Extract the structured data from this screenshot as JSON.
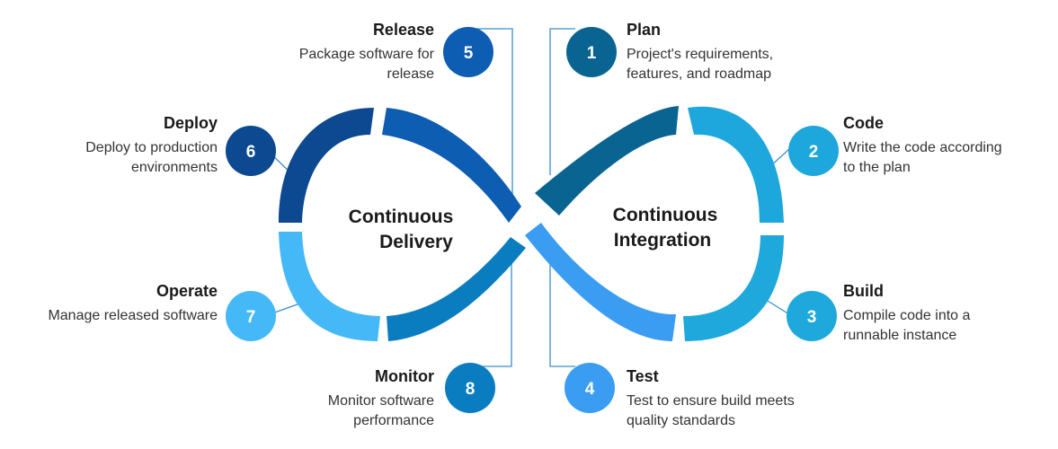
{
  "colors": {
    "step1": "#0a6492",
    "step2": "#1ea7dc",
    "step3": "#1fa8dc",
    "step4": "#3a9df2",
    "step5": "#0d5db3",
    "step6": "#0c4990",
    "step7": "#45b9f7",
    "step8": "#0a7cc0",
    "connector": "#3b8fcc"
  },
  "center": {
    "delivery_line1": "Continuous",
    "delivery_line2": "Delivery",
    "integration_line1": "Continuous",
    "integration_line2": "Integration"
  },
  "steps": [
    {
      "number": "1",
      "title": "Plan",
      "desc1": "Project's requirements,",
      "desc2": "features, and roadmap"
    },
    {
      "number": "2",
      "title": "Code",
      "desc1": "Write the code according",
      "desc2": "to the plan"
    },
    {
      "number": "3",
      "title": "Build",
      "desc1": "Compile code into a",
      "desc2": "runnable instance"
    },
    {
      "number": "4",
      "title": "Test",
      "desc1": "Test to ensure build meets",
      "desc2": "quality standards"
    },
    {
      "number": "5",
      "title": "Release",
      "desc1": "Package software for",
      "desc2": "release"
    },
    {
      "number": "6",
      "title": "Deploy",
      "desc1": "Deploy to production",
      "desc2": "environments"
    },
    {
      "number": "7",
      "title": "Operate",
      "desc1": "Manage released software",
      "desc2": ""
    },
    {
      "number": "8",
      "title": "Monitor",
      "desc1": "Monitor software",
      "desc2": "performance"
    }
  ]
}
